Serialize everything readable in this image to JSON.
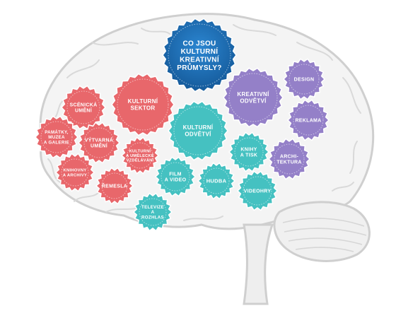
{
  "colors": {
    "center": "#1f6fb8",
    "red": "#e8676b",
    "teal": "#45c1c1",
    "purple": "#9480c8",
    "brain": "#dcdcdc"
  },
  "center": {
    "lines": [
      "CO JSOU",
      "KULTURNÍ",
      "KREATIVNÍ",
      "PRŮMYSLY?"
    ]
  },
  "kulturni_sektor": {
    "title": [
      "KULTURNÍ",
      "SEKTOR"
    ],
    "items": [
      {
        "key": "scenicka",
        "lines": [
          "SCÉNICKÁ",
          "UMĚNÍ"
        ]
      },
      {
        "key": "pamatky",
        "lines": [
          "PAMÁTKY,",
          "MUZEA",
          "A GALERIE"
        ]
      },
      {
        "key": "vytvarna",
        "lines": [
          "VÝTVARNÁ",
          "UMĚNÍ"
        ]
      },
      {
        "key": "vzdelavani",
        "lines": [
          "KULTURNÍ",
          "A UMĚLECKÉ",
          "VZDĚLÁVÁNÍ"
        ]
      },
      {
        "key": "knihovny",
        "lines": [
          "KNIHOVNY",
          "A ARCHIVY"
        ]
      },
      {
        "key": "remesla",
        "lines": [
          "ŘEMESLA"
        ]
      }
    ]
  },
  "kulturni_odvetvi": {
    "title": [
      "KULTURNÍ",
      "ODVĚTVÍ"
    ],
    "items": [
      {
        "key": "film",
        "lines": [
          "FILM",
          "A VIDEO"
        ]
      },
      {
        "key": "hudba",
        "lines": [
          "HUDBA"
        ]
      },
      {
        "key": "knihy",
        "lines": [
          "KNIHY",
          "A TISK"
        ]
      },
      {
        "key": "videohry",
        "lines": [
          "VIDEOHRY"
        ]
      },
      {
        "key": "televize",
        "lines": [
          "TELEVIZE",
          "A",
          "ROZHLAS"
        ]
      }
    ]
  },
  "kreativni_odvetvi": {
    "title": [
      "KREATIVNÍ",
      "ODVĚTVÍ"
    ],
    "items": [
      {
        "key": "design",
        "lines": [
          "DESIGN"
        ]
      },
      {
        "key": "reklama",
        "lines": [
          "REKLAMA"
        ]
      },
      {
        "key": "architektura",
        "lines": [
          "ARCHI-",
          "TEKTURA"
        ]
      }
    ]
  }
}
